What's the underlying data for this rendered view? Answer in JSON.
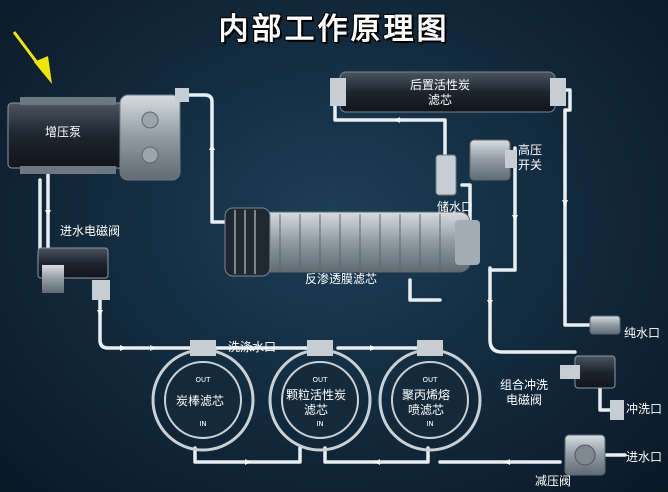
{
  "title": "内部工作原理图",
  "labels": {
    "booster_pump": "增压泵",
    "inlet_solenoid": "进水电磁阀",
    "post_carbon": "后置活性炭\n滤芯",
    "high_pressure_switch": "高压\n开关",
    "storage_outlet": "储水口",
    "ro_membrane": "反渗透膜滤芯",
    "flush_outlet": "洗涤水口",
    "pure_outlet": "纯水口",
    "combo_flush_solenoid": "组合冲洗\n电磁阀",
    "rinse_outlet": "冲洗口",
    "water_inlet": "进水口",
    "pressure_reducer": "减压阀",
    "carbon_block": "炭棒滤芯",
    "granular_carbon": "颗粒活性炭\n滤芯",
    "pp_melt": "聚丙烯熔\n喷滤芯",
    "out_tag": "OUT",
    "in_tag": "IN"
  },
  "colors": {
    "background": "#132c40",
    "pipe": "#e9eef2",
    "component": "#b8c2ca",
    "component_dark": "#2b3540",
    "arrow": "#f2e600"
  }
}
